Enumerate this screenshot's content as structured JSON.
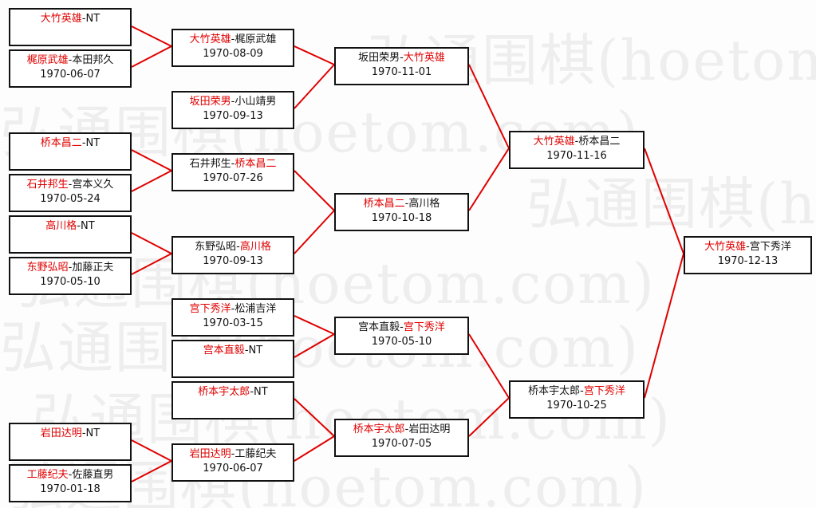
{
  "watermark": "弘通围棋(hoetom.com)",
  "colors": {
    "winner": "#e00000",
    "line": "#e00000",
    "border": "#111111"
  },
  "round1": [
    {
      "p1": "大竹英雄",
      "p2": "NT",
      "date": "",
      "winner": 1
    },
    {
      "p1": "梶原武雄",
      "p2": "本田邦久",
      "date": "1970-06-07",
      "winner": 1
    },
    {
      "p1": "桥本昌二",
      "p2": "NT",
      "date": "",
      "winner": 1
    },
    {
      "p1": "石井邦生",
      "p2": "宫本义久",
      "date": "1970-05-24",
      "winner": 1
    },
    {
      "p1": "高川格",
      "p2": "NT",
      "date": "",
      "winner": 1
    },
    {
      "p1": "东野弘昭",
      "p2": "加藤正夫",
      "date": "1970-05-10",
      "winner": 1
    },
    {
      "p1": "岩田达明",
      "p2": "NT",
      "date": "",
      "winner": 1
    },
    {
      "p1": "工藤纪夫",
      "p2": "佐藤直男",
      "date": "1970-01-18",
      "winner": 1
    }
  ],
  "round2": [
    {
      "p1": "大竹英雄",
      "p2": "梶原武雄",
      "date": "1970-08-09",
      "winner": 1
    },
    {
      "p1": "坂田荣男",
      "p2": "小山靖男",
      "date": "1970-09-13",
      "winner": 1
    },
    {
      "p1": "石井邦生",
      "p2": "桥本昌二",
      "date": "1970-07-26",
      "winner": 2
    },
    {
      "p1": "东野弘昭",
      "p2": "高川格",
      "date": "1970-09-13",
      "winner": 2
    },
    {
      "p1": "宫下秀洋",
      "p2": "松浦吉洋",
      "date": "1970-03-15",
      "winner": 1
    },
    {
      "p1": "宫本直毅",
      "p2": "NT",
      "date": "",
      "winner": 1
    },
    {
      "p1": "桥本宇太郎",
      "p2": "NT",
      "date": "",
      "winner": 1
    },
    {
      "p1": "岩田达明",
      "p2": "工藤纪夫",
      "date": "1970-06-07",
      "winner": 1
    }
  ],
  "round3": [
    {
      "p1": "坂田荣男",
      "p2": "大竹英雄",
      "date": "1970-11-01",
      "winner": 2
    },
    {
      "p1": "桥本昌二",
      "p2": "高川格",
      "date": "1970-10-18",
      "winner": 1
    },
    {
      "p1": "宫本直毅",
      "p2": "宫下秀洋",
      "date": "1970-05-10",
      "winner": 2
    },
    {
      "p1": "桥本宇太郎",
      "p2": "岩田达明",
      "date": "1970-07-05",
      "winner": 1
    }
  ],
  "round4": [
    {
      "p1": "大竹英雄",
      "p2": "桥本昌二",
      "date": "1970-11-16",
      "winner": 1
    },
    {
      "p1": "桥本宇太郎",
      "p2": "宫下秀洋",
      "date": "1970-10-25",
      "winner": 2
    }
  ],
  "final": [
    {
      "p1": "大竹英雄",
      "p2": "宫下秀洋",
      "date": "1970-12-13",
      "winner": 1
    }
  ]
}
